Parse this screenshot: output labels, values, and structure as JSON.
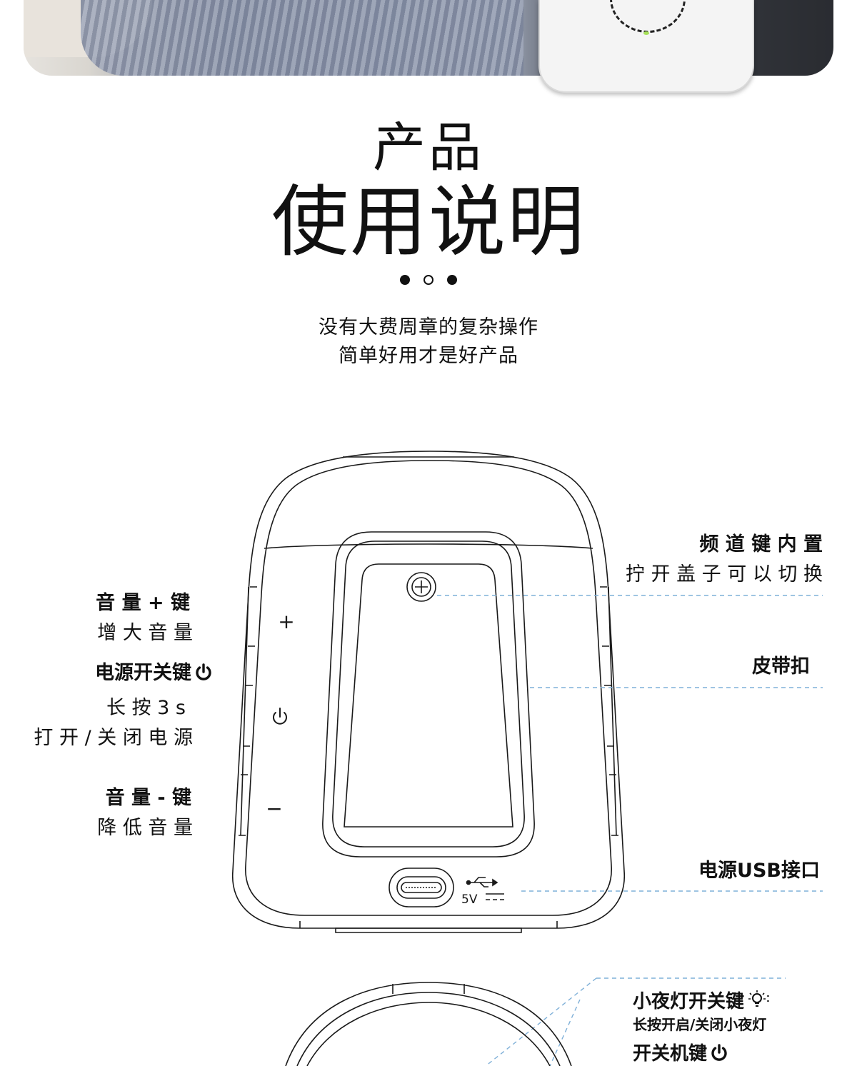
{
  "heading": {
    "line1": "产品",
    "line2": "使用说明",
    "sub1": "没有大费周章的复杂操作",
    "sub2": "简单好用才是好产品"
  },
  "left_labels": {
    "vol_up_title": "音 量 + 键",
    "vol_up_desc": "增 大 音 量",
    "power_title": "电源开关键",
    "power_desc1": "长 按 3 s",
    "power_desc2": "打 开 / 关 闭 电 源",
    "vol_down_title": "音 量 - 键",
    "vol_down_desc": "降 低 音 量"
  },
  "right_labels": {
    "channel_title": "频 道 键 内 置",
    "channel_desc": "拧 开 盖 子 可 以 切 换",
    "clip": "皮带扣",
    "usb": "电源USB接口"
  },
  "device": {
    "plus": "+",
    "minus": "−",
    "port_voltage": "5V"
  },
  "bottom_labels": {
    "nightlight_title": "小夜灯开关键",
    "nightlight_desc": "长按开启/关闭小夜灯",
    "power_title": "开关机键"
  },
  "colors": {
    "text": "#111111",
    "dashed_line": "#7fb0d8",
    "outline": "#1a1a1a"
  }
}
